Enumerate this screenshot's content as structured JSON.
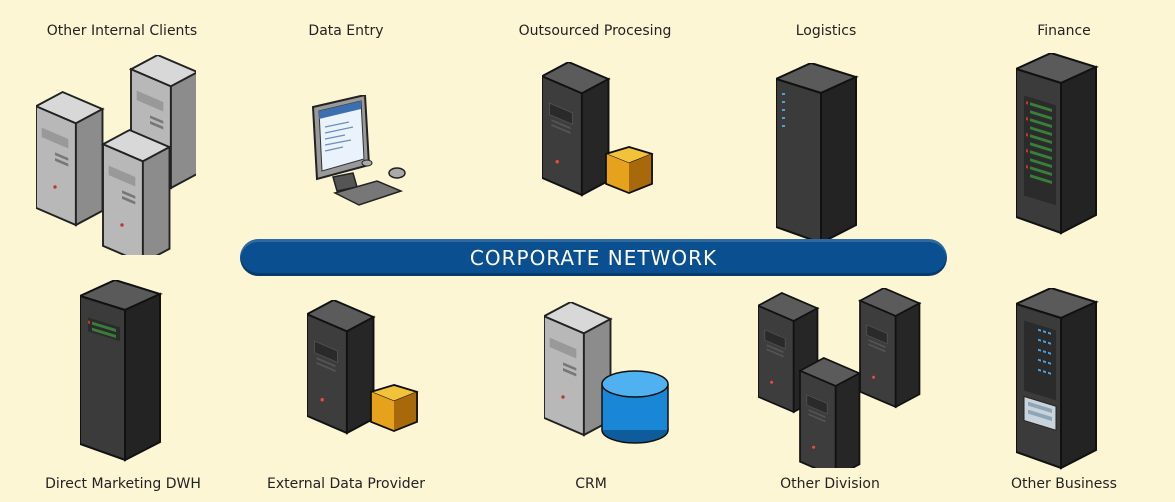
{
  "network": {
    "label": "CORPORATE NETWORK"
  },
  "top_nodes": [
    {
      "label": "Other Internal Clients",
      "icon": "server-tower-cluster-icon"
    },
    {
      "label": "Data Entry",
      "icon": "workstation-icon"
    },
    {
      "label": "Outsourced Procesing",
      "icon": "server-with-cube-icon"
    },
    {
      "label": "Logistics",
      "icon": "server-rack-icon"
    },
    {
      "label": "Finance",
      "icon": "server-rack-icon"
    }
  ],
  "bottom_nodes": [
    {
      "label": "Direct Marketing DWH",
      "icon": "server-rack-icon"
    },
    {
      "label": "External Data Provider",
      "icon": "server-with-cube-icon"
    },
    {
      "label": "CRM",
      "icon": "server-with-database-icon"
    },
    {
      "label": "Other Division",
      "icon": "server-cluster-icon"
    },
    {
      "label": "Other Business",
      "icon": "server-rack-icon"
    }
  ],
  "colors": {
    "background": "#fdf6d5",
    "network_band": "#0a4f8f",
    "server_dark": "#3a3a3a",
    "server_light": "#a9a9a9",
    "cube": "#e0a419",
    "database": "#1a86d6"
  }
}
